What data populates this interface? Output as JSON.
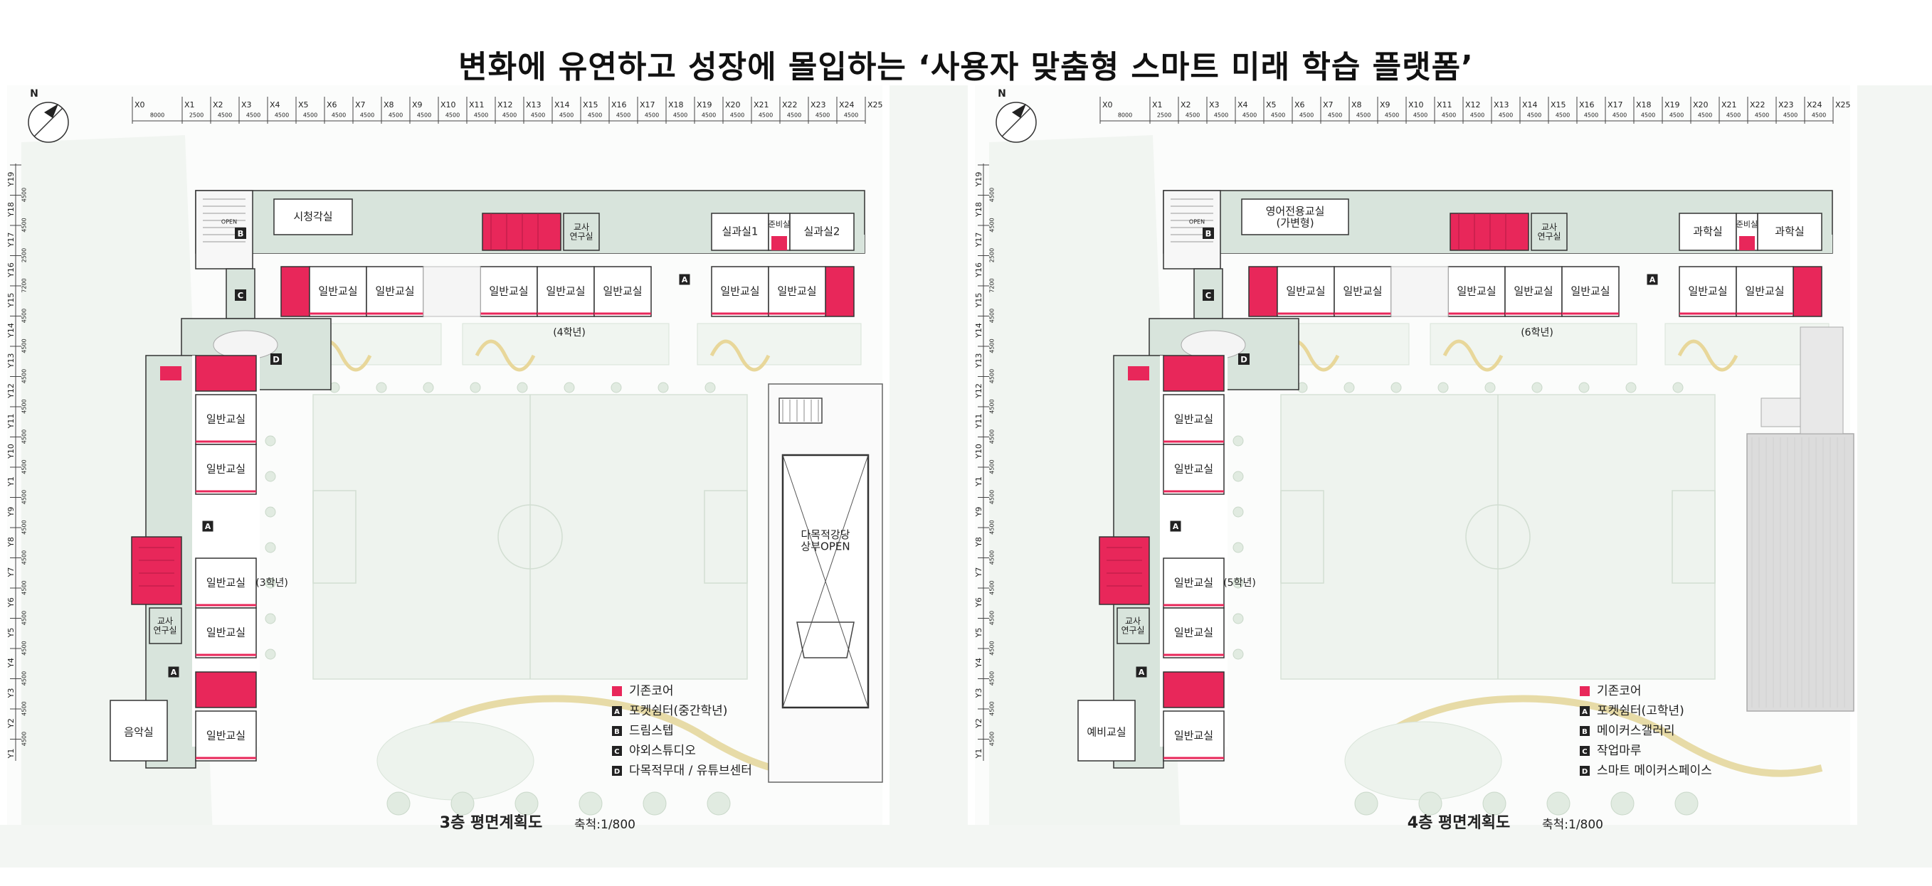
{
  "title": "변화에 유연하고 성장에 몰입하는 ‘사용자 맞춤형 스마트 미래 학습 플랫폼’",
  "colors": {
    "core": "#e8275a",
    "corridor": "#d8e4dc",
    "green": "#eaf1ea",
    "field": "#eef3ee",
    "wall": "#333333",
    "line": "#555555"
  },
  "grid": {
    "x_labels": [
      "X0",
      "X1",
      "X2",
      "X3",
      "X4",
      "X5",
      "X6",
      "X7",
      "X8",
      "X9",
      "X10",
      "X11",
      "X12",
      "X13",
      "X14",
      "X15",
      "X16",
      "X17",
      "X18",
      "X19",
      "X20",
      "X21",
      "X22",
      "X23",
      "X24",
      "X25"
    ],
    "x_dims": [
      "8000",
      "2500",
      "4500",
      "4500",
      "4500",
      "4500",
      "4500",
      "4500",
      "4500",
      "4500",
      "4500",
      "4500",
      "4500",
      "4500",
      "4500",
      "4500",
      "4500",
      "4500",
      "4500",
      "4500",
      "4500",
      "4500",
      "4500",
      "4500",
      "4500"
    ],
    "y_labels": [
      "Y19",
      "Y18",
      "Y17",
      "Y16",
      "Y15",
      "Y14",
      "Y13",
      "Y12",
      "Y11",
      "Y10",
      "Y1",
      "Y9",
      "Y8",
      "Y7",
      "Y6",
      "Y5",
      "Y4",
      "Y3",
      "Y2",
      "Y1"
    ],
    "y_dims": [
      "4500",
      "4500",
      "2500",
      "7200",
      "4500",
      "4500",
      "4500",
      "4500",
      "4500",
      "4500",
      "4500",
      "4500",
      "4500",
      "4500",
      "4500",
      "4500",
      "4500",
      "4500",
      "4500"
    ]
  },
  "north": "N",
  "plans": [
    {
      "caption": "3층 평면계획도",
      "scale": "축척:1/800",
      "top_rooms": [
        "시청각실",
        "교사\n연구실",
        "실과실1",
        "준비실",
        "실과실2"
      ],
      "class_label": "일반교실",
      "grade_top": "(4학년)",
      "grade_side": "(3학년)",
      "side_teacher": "교사\n연구실",
      "bottom_room": "음악실",
      "hall": "다목적강당\n상부OPEN",
      "stair_open": "OPEN",
      "legend": [
        {
          "key": "",
          "text": "기존코어"
        },
        {
          "key": "A",
          "text": "포켓쉼터(중간학년)"
        },
        {
          "key": "B",
          "text": "드림스텝"
        },
        {
          "key": "C",
          "text": "야외스튜디오"
        },
        {
          "key": "D",
          "text": "다목적무대 / 유튜브센터"
        }
      ]
    },
    {
      "caption": "4층 평면계획도",
      "scale": "축척:1/800",
      "top_rooms": [
        "영어전용교실\n(가변형)",
        "교사\n연구실",
        "과학실",
        "준비실",
        "과학실"
      ],
      "class_label": "일반교실",
      "grade_top": "(6학년)",
      "grade_side": "(5학년)",
      "side_teacher": "교사\n연구실",
      "bottom_room": "예비교실",
      "hall": "",
      "stair_open": "OPEN",
      "legend": [
        {
          "key": "",
          "text": "기존코어"
        },
        {
          "key": "A",
          "text": "포켓쉼터(고학년)"
        },
        {
          "key": "B",
          "text": "메이커스갤러리"
        },
        {
          "key": "C",
          "text": "작업마루"
        },
        {
          "key": "D",
          "text": "스마트 메이커스페이스"
        }
      ]
    }
  ]
}
